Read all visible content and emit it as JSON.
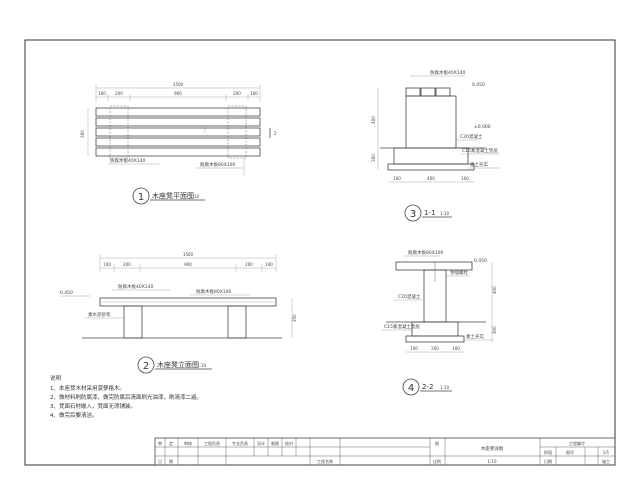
{
  "views": {
    "plan": {
      "number": "1",
      "title": "木座凳平面图",
      "scale": "1:10",
      "dim_overall": "1500",
      "dim_segments": [
        "100",
        "200",
        "900",
        "200",
        "100"
      ],
      "dim_height": "300",
      "section_mark": "2",
      "labels": [
        "防腐木板40X140",
        "防腐木板80X100"
      ]
    },
    "elevation": {
      "number": "2",
      "title": "木座凳立面图",
      "scale": "1:10",
      "dim_overall": "1500",
      "dim_segments": [
        "100",
        "200",
        "900",
        "200",
        "100"
      ],
      "dim_height": "350",
      "level": "0.450",
      "labels": [
        "防腐木板40X140",
        "防腐木板80X100",
        "素水泥砂浆"
      ]
    },
    "section_1": {
      "number": "3",
      "title": "1-1",
      "scale": "1:10",
      "dim_bottom": [
        "100",
        "400",
        "100"
      ],
      "dim_side": [
        "400",
        "300"
      ],
      "level_top": "0.450",
      "level_bottom": "±0.000",
      "labels": [
        "防腐木板40X140",
        "C20混凝土",
        "C15素混凝土垫层",
        "素土夯实"
      ]
    },
    "section_2": {
      "number": "4",
      "title": "2-2",
      "scale": "1:10",
      "dim_bottom": [
        "100",
        "200",
        "100"
      ],
      "dim_side": [
        "400",
        "300"
      ],
      "level_top": "0.450",
      "labels": [
        "防腐木板80X100",
        "预埋螺栓",
        "C20混凝土",
        "C15素混凝土垫层",
        "素土夯实"
      ]
    }
  },
  "notes": {
    "heading": "说明",
    "items": [
      "1、本座凳木材采用菠萝格木。",
      "2、做材料刷防腐漆，做完防腐后清面刷光油漆，刷清漆二遍。",
      "3、凳面石材嵌入，凳面无须铺装。",
      "4、做完后要清洁。"
    ]
  },
  "title_block": {
    "cells_row1": [
      "审",
      "定",
      "审核",
      "工程负责",
      "专业负责",
      "设计",
      "制图",
      "校对"
    ],
    "cells_row2": [
      "日",
      "期",
      "工程名称"
    ],
    "drawing_label": "图",
    "drawing_name": "木座凳详图",
    "scale_label": "比例",
    "scale_value": "1:10",
    "project_label": "工程编号",
    "sheet_label": "图号",
    "sheet_value": "1/1",
    "phase_label": "阶段",
    "date_label": "日期",
    "date_value": "施工"
  }
}
